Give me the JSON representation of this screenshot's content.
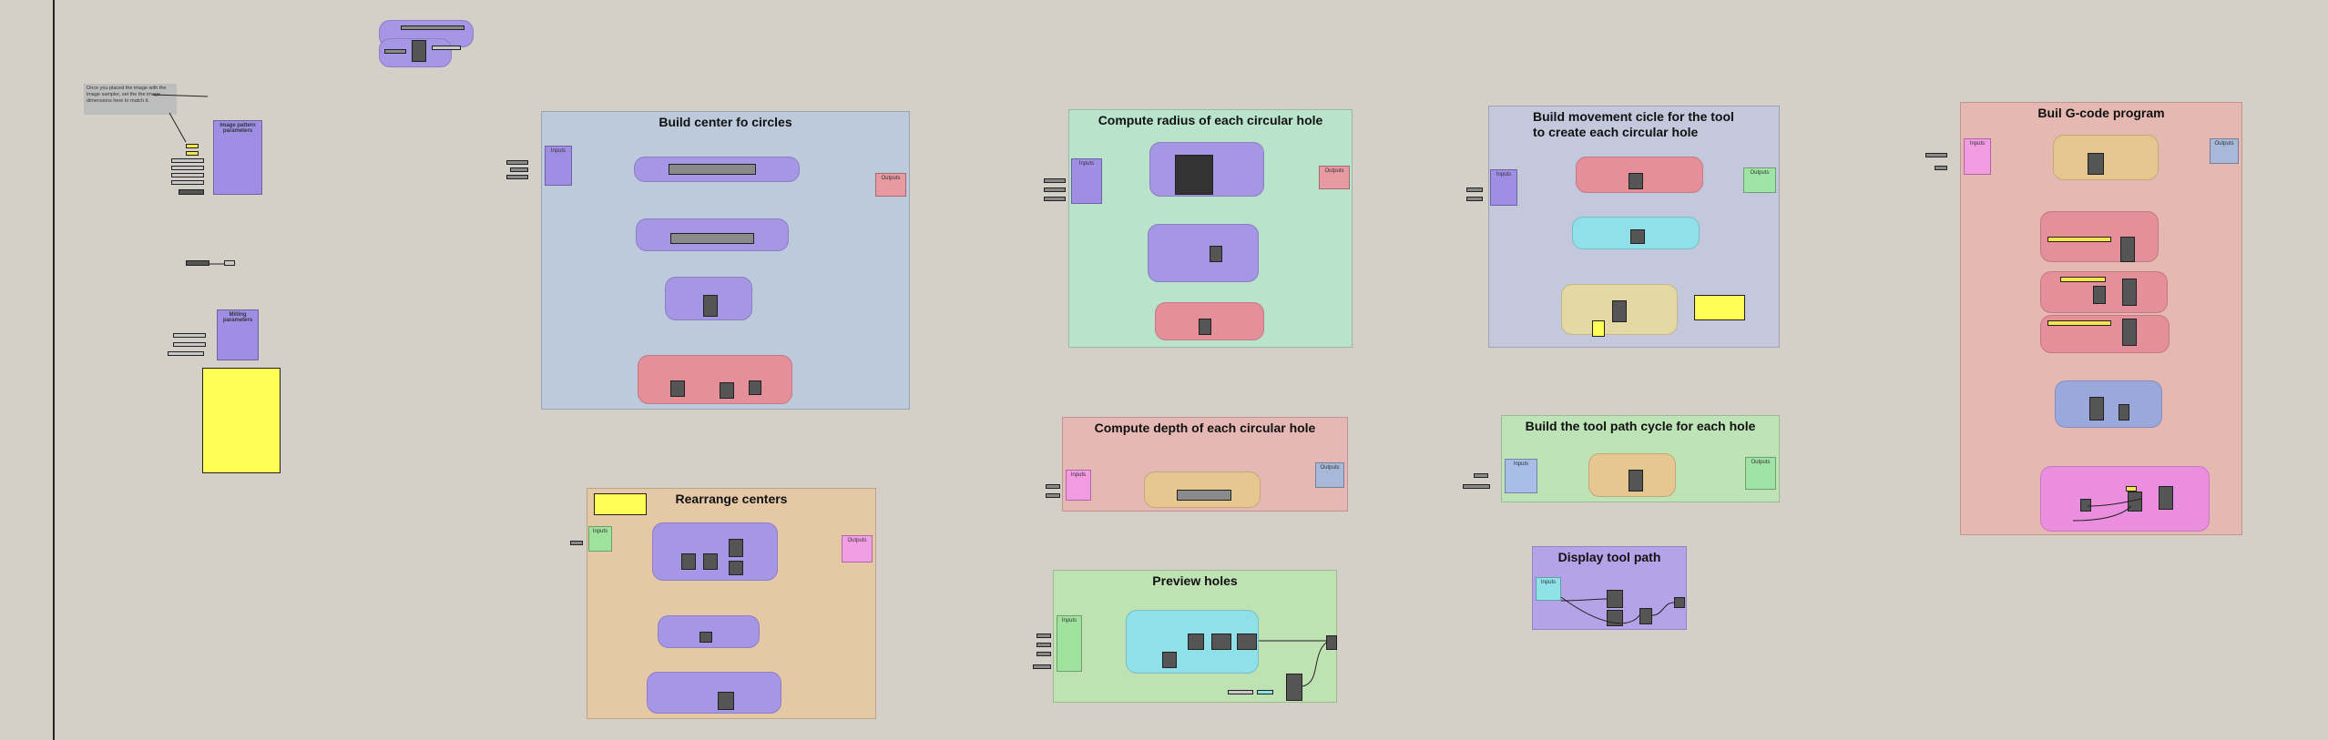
{
  "groups": {
    "build_centers": "Build center fo circles",
    "compute_radius": "Compute radius of each circular hole",
    "build_movement": "Build movement cicle for the tool\nto create each circular hole",
    "gcode": "Buil G-code program",
    "compute_depth": "Compute depth of each circular hole",
    "build_toolpath": "Build the tool path cycle for each hole",
    "rearrange": "Rearrange centers",
    "preview": "Preview holes",
    "display": "Display tool path"
  },
  "labels": {
    "inputs": "Inputs",
    "outputs": "Outputs",
    "image_pattern": "Image pattern parameters",
    "milling": "Milling parameters"
  },
  "note": "Once you placed the image with the image sampler, set the the image dimensions here to match it.",
  "colors": {
    "canvas": "#d4d0c8",
    "build_centers": "#bccadb",
    "compute_radius": "#b9e3cb",
    "build_movement": "#c3c8dc",
    "gcode": "#e5b8b2",
    "compute_depth": "#e6b8b5",
    "build_toolpath": "#bde3b6",
    "rearrange": "#e5c9a6",
    "preview": "#bfe2b2",
    "display": "#b5a2e7",
    "panel": "#ffff55"
  }
}
